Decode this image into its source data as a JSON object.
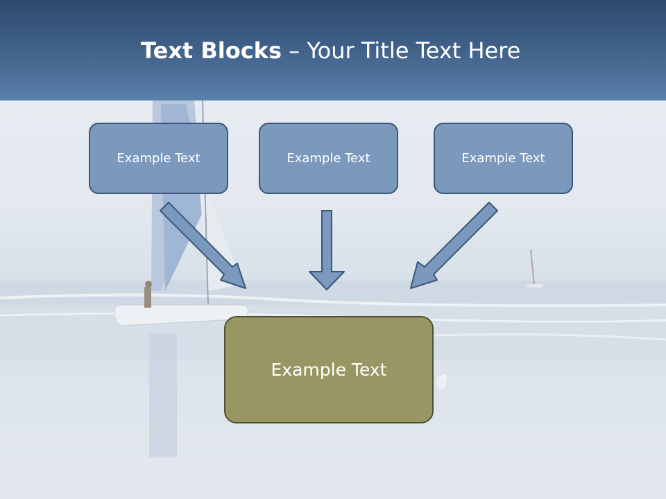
{
  "title": {
    "bold": "Text Blocks",
    "dash": "–",
    "rest": "Your Title Text Here"
  },
  "boxes": [
    {
      "label": "Example Text"
    },
    {
      "label": "Example Text"
    },
    {
      "label": "Example Text"
    }
  ],
  "target": {
    "label": "Example Text"
  },
  "colors": {
    "title_band": "#3f5f86",
    "box_fill": "#7b98bd",
    "box_border": "#3b5678",
    "target_fill": "#989764",
    "arrow_fill": "#7b98bd"
  }
}
